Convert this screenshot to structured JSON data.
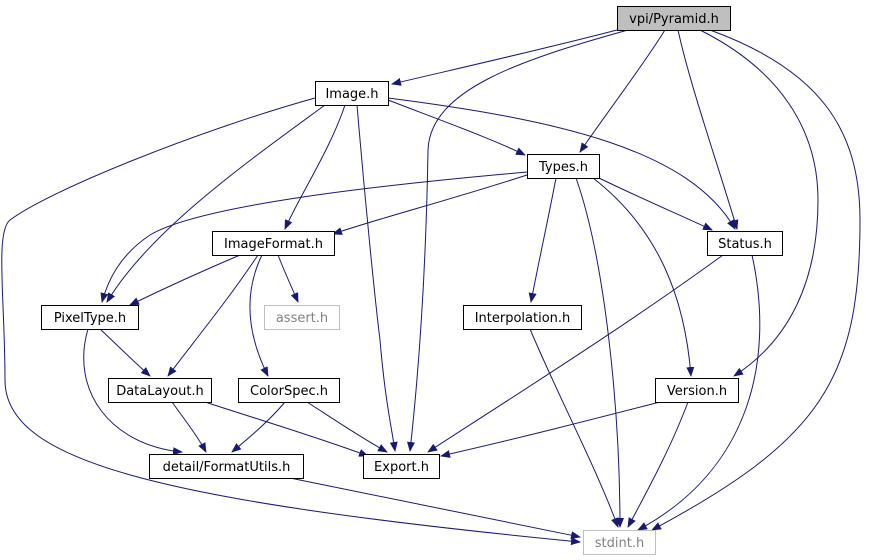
{
  "diagram": {
    "type": "include-dependency-graph",
    "colors": {
      "edge": "#191970",
      "root_fill": "#bfbfbf",
      "node_border": "#000000",
      "external_border": "#bfbfbf",
      "external_text": "#808080"
    },
    "nodes": [
      {
        "id": "pyramid",
        "label": "vpi/Pyramid.h",
        "kind": "root"
      },
      {
        "id": "image",
        "label": "Image.h",
        "kind": "normal"
      },
      {
        "id": "types",
        "label": "Types.h",
        "kind": "normal"
      },
      {
        "id": "imageformat",
        "label": "ImageFormat.h",
        "kind": "normal"
      },
      {
        "id": "status",
        "label": "Status.h",
        "kind": "normal"
      },
      {
        "id": "pixeltype",
        "label": "PixelType.h",
        "kind": "normal"
      },
      {
        "id": "assert",
        "label": "assert.h",
        "kind": "external"
      },
      {
        "id": "interpolation",
        "label": "Interpolation.h",
        "kind": "normal"
      },
      {
        "id": "datalayout",
        "label": "DataLayout.h",
        "kind": "normal"
      },
      {
        "id": "colorspec",
        "label": "ColorSpec.h",
        "kind": "normal"
      },
      {
        "id": "version",
        "label": "Version.h",
        "kind": "normal"
      },
      {
        "id": "formatutils",
        "label": "detail/FormatUtils.h",
        "kind": "normal"
      },
      {
        "id": "export",
        "label": "Export.h",
        "kind": "normal"
      },
      {
        "id": "stdint",
        "label": "stdint.h",
        "kind": "external"
      }
    ],
    "edges": [
      [
        "pyramid",
        "image"
      ],
      [
        "pyramid",
        "export"
      ],
      [
        "pyramid",
        "types"
      ],
      [
        "pyramid",
        "status"
      ],
      [
        "pyramid",
        "version"
      ],
      [
        "pyramid",
        "stdint"
      ],
      [
        "image",
        "types"
      ],
      [
        "image",
        "status"
      ],
      [
        "image",
        "imageformat"
      ],
      [
        "image",
        "pixeltype"
      ],
      [
        "image",
        "export"
      ],
      [
        "image",
        "stdint"
      ],
      [
        "types",
        "imageformat"
      ],
      [
        "types",
        "pixeltype"
      ],
      [
        "types",
        "status"
      ],
      [
        "types",
        "interpolation"
      ],
      [
        "types",
        "version"
      ],
      [
        "types",
        "stdint"
      ],
      [
        "imageformat",
        "pixeltype"
      ],
      [
        "imageformat",
        "assert"
      ],
      [
        "imageformat",
        "datalayout"
      ],
      [
        "imageformat",
        "colorspec"
      ],
      [
        "pixeltype",
        "datalayout"
      ],
      [
        "pixeltype",
        "formatutils"
      ],
      [
        "status",
        "export"
      ],
      [
        "status",
        "stdint"
      ],
      [
        "interpolation",
        "stdint"
      ],
      [
        "datalayout",
        "formatutils"
      ],
      [
        "datalayout",
        "export"
      ],
      [
        "colorspec",
        "formatutils"
      ],
      [
        "colorspec",
        "export"
      ],
      [
        "version",
        "export"
      ],
      [
        "version",
        "stdint"
      ],
      [
        "formatutils",
        "stdint"
      ]
    ]
  }
}
